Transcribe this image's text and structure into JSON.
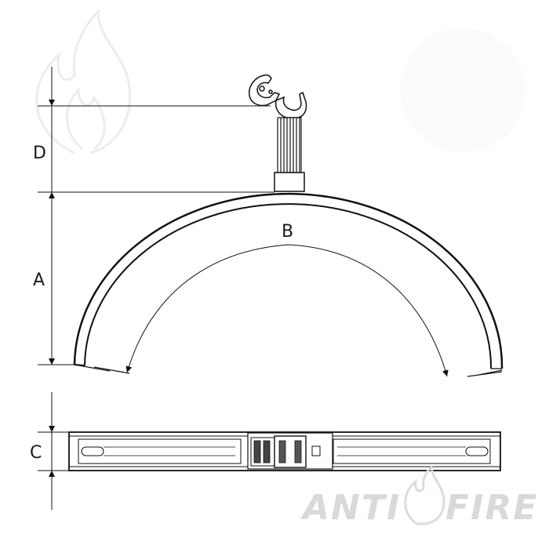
{
  "labels": {
    "d": "D",
    "a": "A",
    "b": "B",
    "c": "C"
  },
  "brand": {
    "left": "ANTI",
    "right": "FIRE"
  }
}
